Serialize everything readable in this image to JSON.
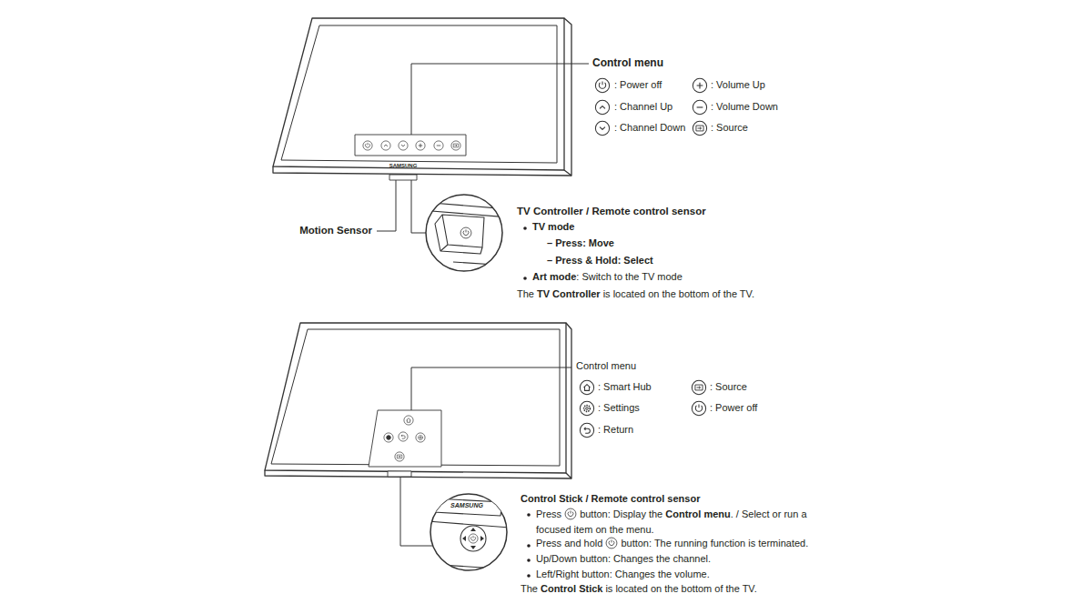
{
  "diagram": {
    "labels": [
      "Control menu",
      ": Power off",
      ": Volume Up",
      ": Channel Up",
      ": Volume Down",
      ": Channel Down",
      ": Source",
      "SAMSUNG",
      "Motion Sensor",
      "TV Controller / Remote control sensor",
      "TV mode",
      "– Press: Move",
      "– Press & Hold: Select",
      "Art mode",
      ": Switch to the TV mode",
      "The",
      "TV Controller",
      "is located on the bottom of the TV.",
      "Control menu",
      ": Smart Hub",
      ": Source",
      ": Settings",
      ": Power off",
      ": Return",
      "SAMSUNG",
      "Control Stick / Remote control sensor",
      "Press",
      "button: Display the",
      "Control menu",
      ". / Select or run a focused item on the menu.",
      "Press and hold",
      "button: The running function is terminated.",
      "Up/Down button: Changes the channel.",
      "Left/Right button: Changes the volume.",
      "The",
      "Control Stick",
      "is located on the bottom of the TV."
    ]
  }
}
